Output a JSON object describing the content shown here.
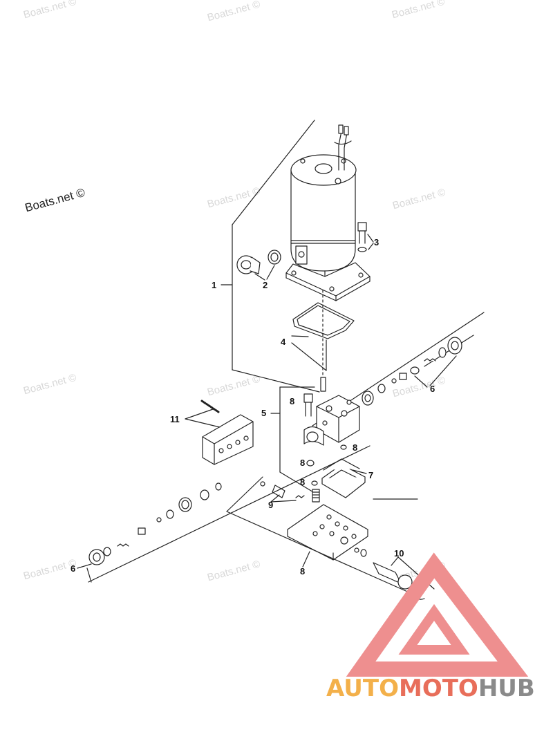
{
  "watermarks": {
    "text": "Boats.net ©",
    "primary": "Boats.net ©"
  },
  "callouts": [
    {
      "id": "1",
      "label": "1"
    },
    {
      "id": "2",
      "label": "2"
    },
    {
      "id": "3",
      "label": "3"
    },
    {
      "id": "4",
      "label": "4"
    },
    {
      "id": "5",
      "label": "5"
    },
    {
      "id": "6a",
      "label": "6"
    },
    {
      "id": "6b",
      "label": "6"
    },
    {
      "id": "7",
      "label": "7"
    },
    {
      "id": "8a",
      "label": "8"
    },
    {
      "id": "8b",
      "label": "8"
    },
    {
      "id": "8c",
      "label": "8"
    },
    {
      "id": "8d",
      "label": "8"
    },
    {
      "id": "8e",
      "label": "8"
    },
    {
      "id": "9",
      "label": "9"
    },
    {
      "id": "10",
      "label": "10"
    },
    {
      "id": "11",
      "label": "11"
    }
  ],
  "brand": {
    "part1": "AUTO",
    "part2": "MOTO",
    "part3": "HUB",
    "colors": {
      "auto": "#f3b04a",
      "moto": "#e86e5a",
      "hub": "#8a8a8a",
      "triangle": "#ee8f8f"
    }
  }
}
